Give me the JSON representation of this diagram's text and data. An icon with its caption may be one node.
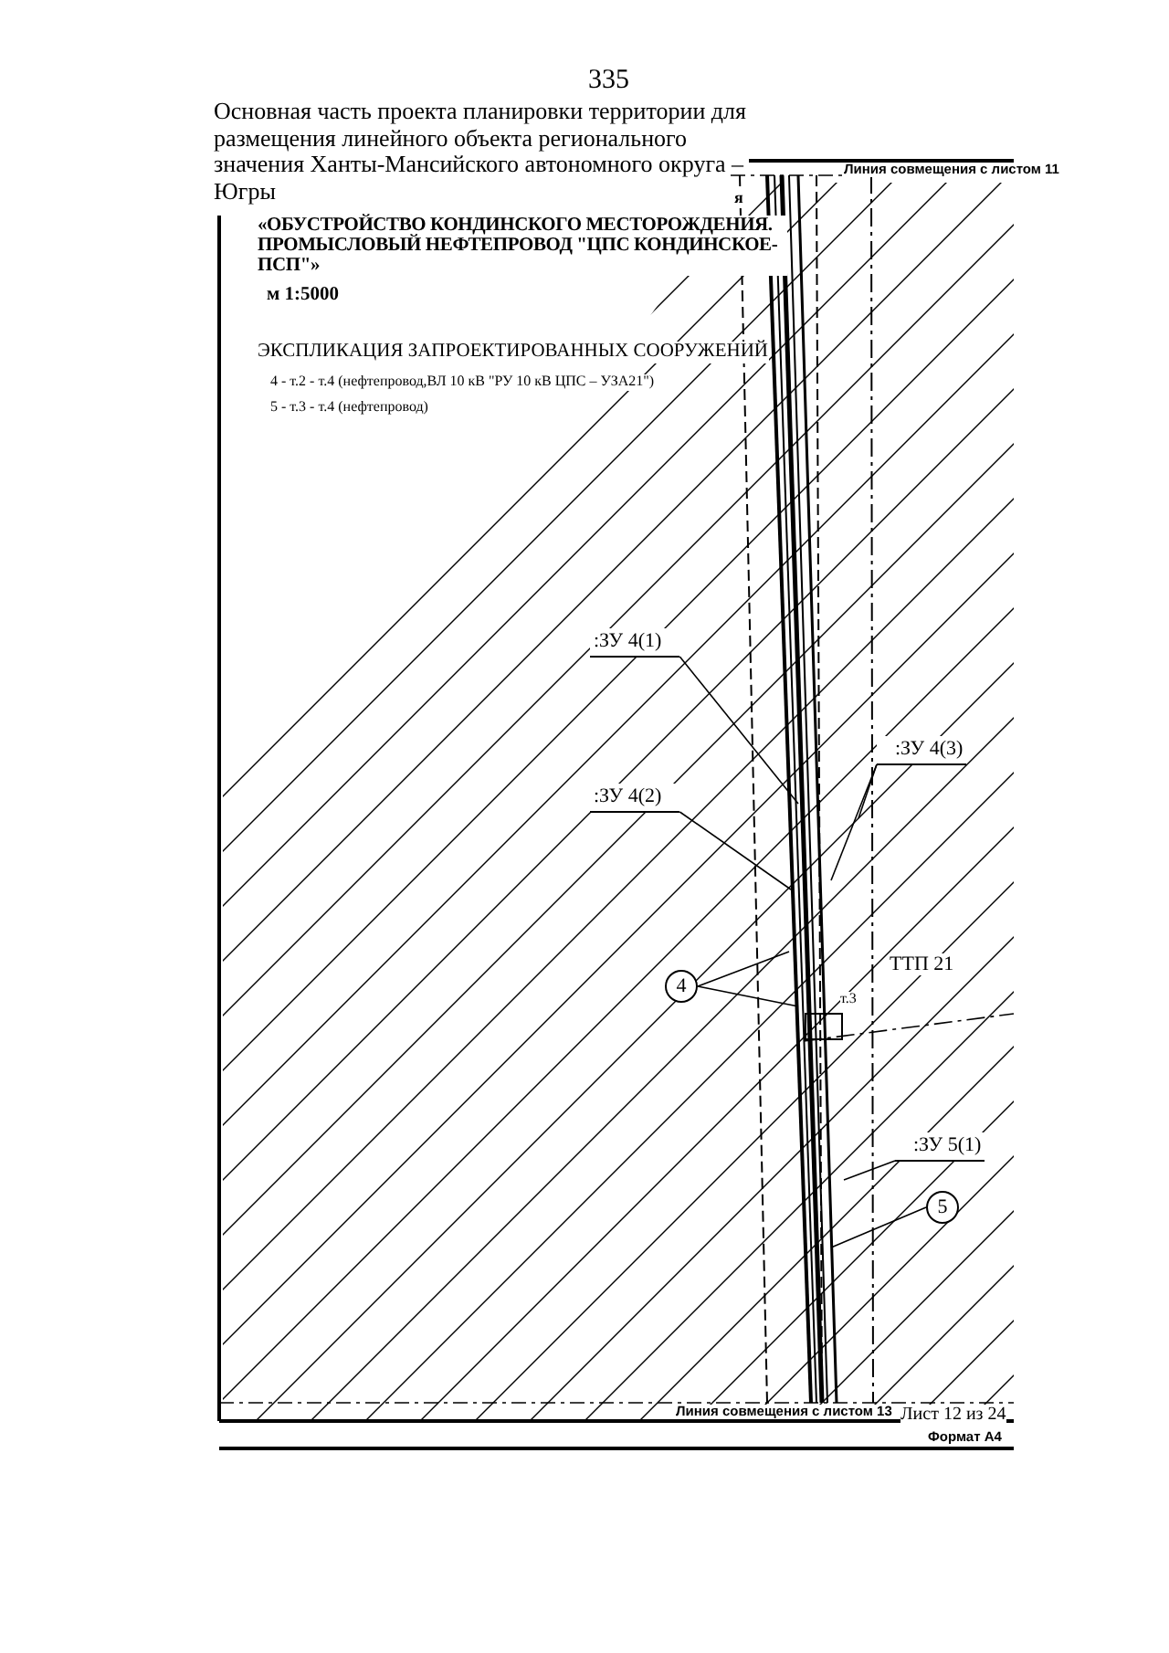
{
  "diagram": {
    "title": "«ОБУСТРОЙСТВО КОНДИНСКОГО МЕСТОРОЖДЕНИЯ. ПРОМЫСЛОВЫЙ НЕФТЕПРОВОД \"ЦПС КОНДИНСКОЕ-ПСП\"»",
    "nodes": [
      {
        "text": [
          ":ЗУ 4(1)"
        ]
      },
      {
        "text": [
          ":ЗУ 4(2)"
        ]
      },
      {
        "text": [
          ":ЗУ 4(3)"
        ]
      },
      {
        "text": [
          "4"
        ]
      },
      {
        "text": [
          ":ЗУ 5(1)"
        ]
      },
      {
        "text": [
          "5"
        ]
      }
    ],
    "edges": [
      {
        "from": 0,
        "to": null,
        "arrow": "none"
      },
      {
        "from": 1,
        "to": null,
        "arrow": "none"
      },
      {
        "from": 2,
        "to": null,
        "arrow": "none"
      },
      {
        "from": 2,
        "to": null,
        "arrow": "none"
      },
      {
        "from": 3,
        "to": null,
        "arrow": "none"
      },
      {
        "from": 3,
        "to": null,
        "arrow": "none"
      },
      {
        "from": 4,
        "to": null,
        "arrow": "none"
      },
      {
        "from": 5,
        "to": null,
        "arrow": "none"
      }
    ],
    "labels": [
      "335",
      "Основная часть проекта планировки территории для размещения линейного объекта регионального значения Ханты-Мансийского автономного округа – Югры",
      "Линия совмещения с листом 11",
      "я",
      "м 1:5000",
      "ЭКСПЛИКАЦИЯ ЗАПРОЕКТИРОВАННЫХ СООРУЖЕНИЙ",
      "4 - т.2 - т.4 (нефтепровод,ВЛ 10 кВ \"РУ 10 кВ ЦПС – УЗА21\")",
      "5 - т.3 - т.4 (нефтепровод)",
      "ТТП 21",
      "т.3",
      "Линия совмещения с листом 13",
      "Лист 12 из 24",
      "Формат А4"
    ]
  }
}
